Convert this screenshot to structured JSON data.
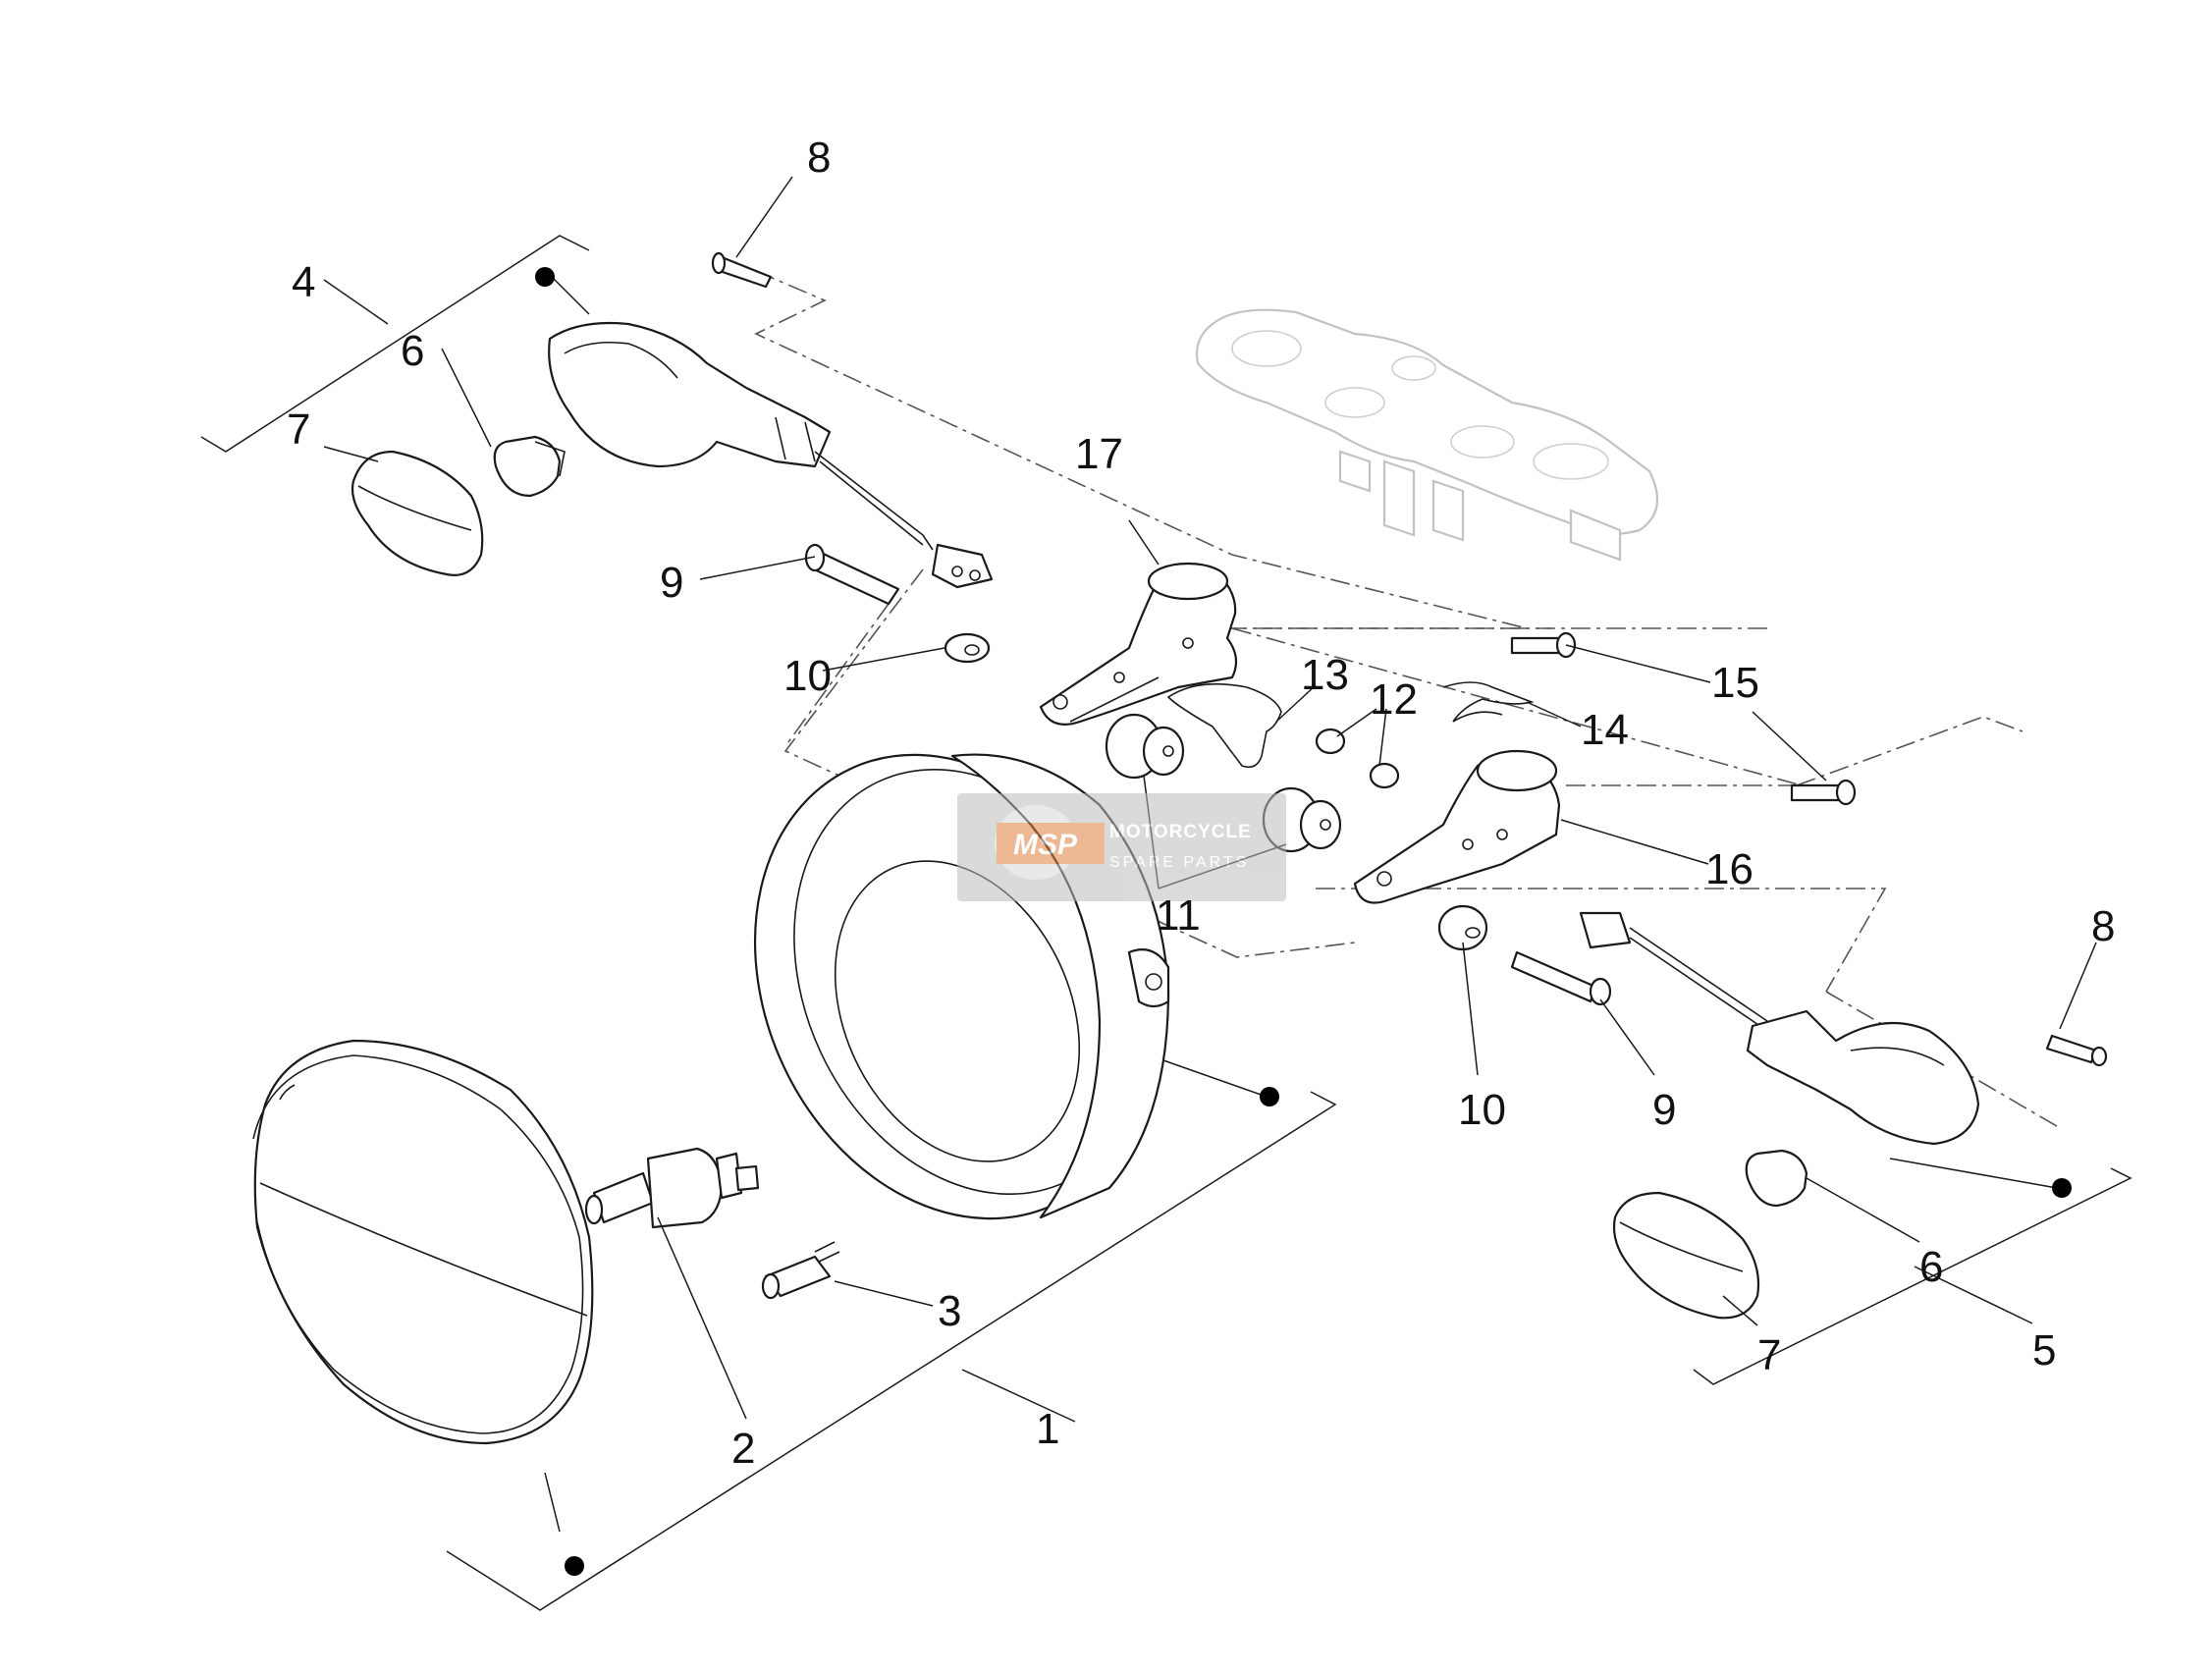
{
  "diagram": {
    "callouts": [
      "1",
      "2",
      "3",
      "4",
      "5",
      "6",
      "7",
      "8",
      "9",
      "10",
      "11",
      "12",
      "13",
      "14",
      "15",
      "16",
      "17"
    ],
    "watermark": {
      "logo_text": "MSP",
      "line1": "MOTORCYCLE",
      "line2": "SPARE PARTS"
    }
  }
}
